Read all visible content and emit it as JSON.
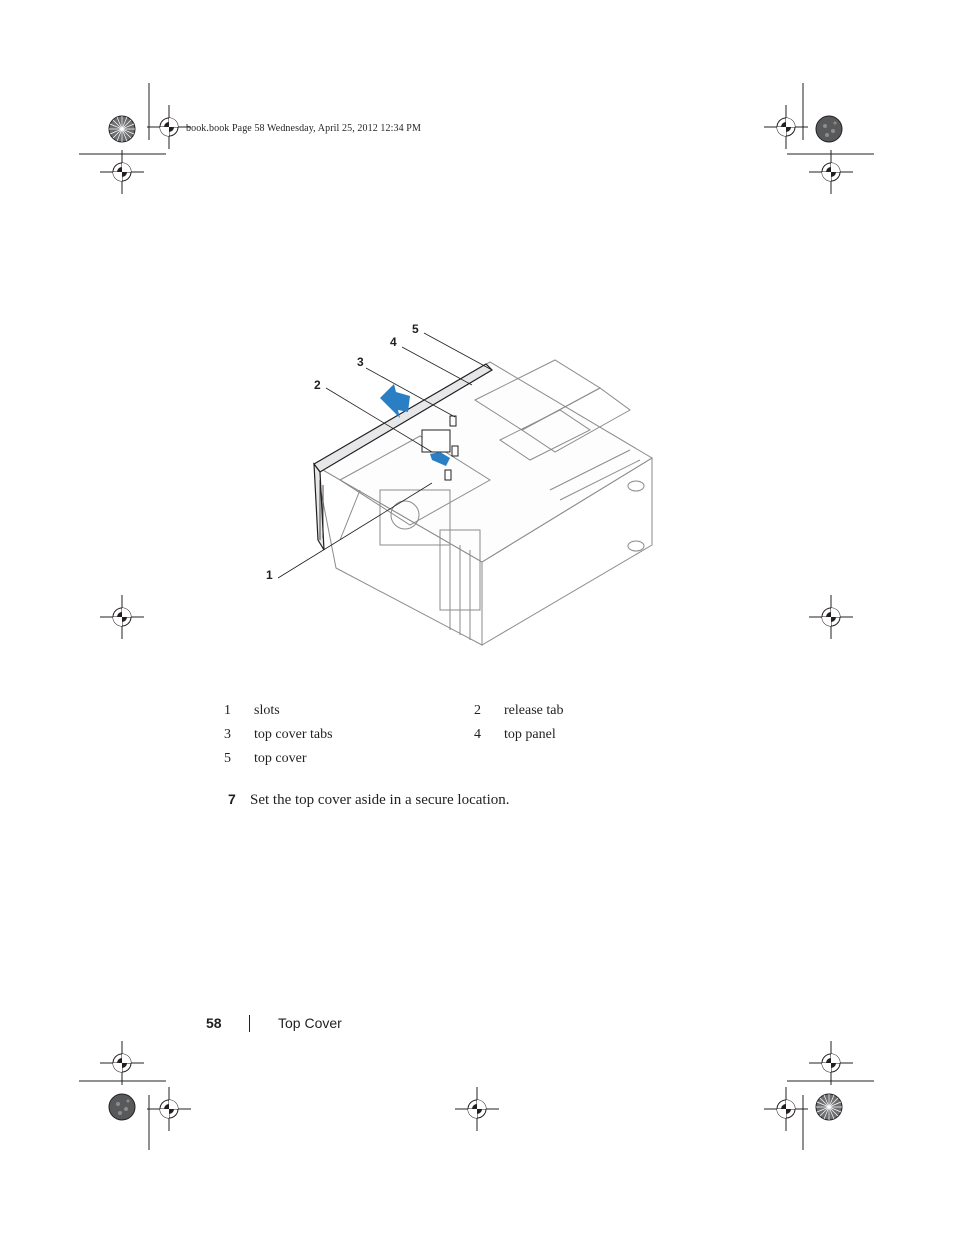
{
  "header": {
    "book_info": "book.book  Page 58  Wednesday, April 25, 2012  12:34 PM"
  },
  "figure": {
    "callouts": [
      "1",
      "2",
      "3",
      "4",
      "5"
    ]
  },
  "legend": {
    "items": [
      {
        "num": "1",
        "label": "slots"
      },
      {
        "num": "2",
        "label": "release tab"
      },
      {
        "num": "3",
        "label": "top cover tabs"
      },
      {
        "num": "4",
        "label": "top panel"
      },
      {
        "num": "5",
        "label": "top cover"
      }
    ]
  },
  "step": {
    "num": "7",
    "text": "Set the top cover aside in a secure location."
  },
  "footer": {
    "page_number": "58",
    "section_title": "Top Cover"
  },
  "colors": {
    "text": "#231f20",
    "arrow_blue": "#2a7fc4",
    "chassis_gray": "#8a8c8e"
  }
}
